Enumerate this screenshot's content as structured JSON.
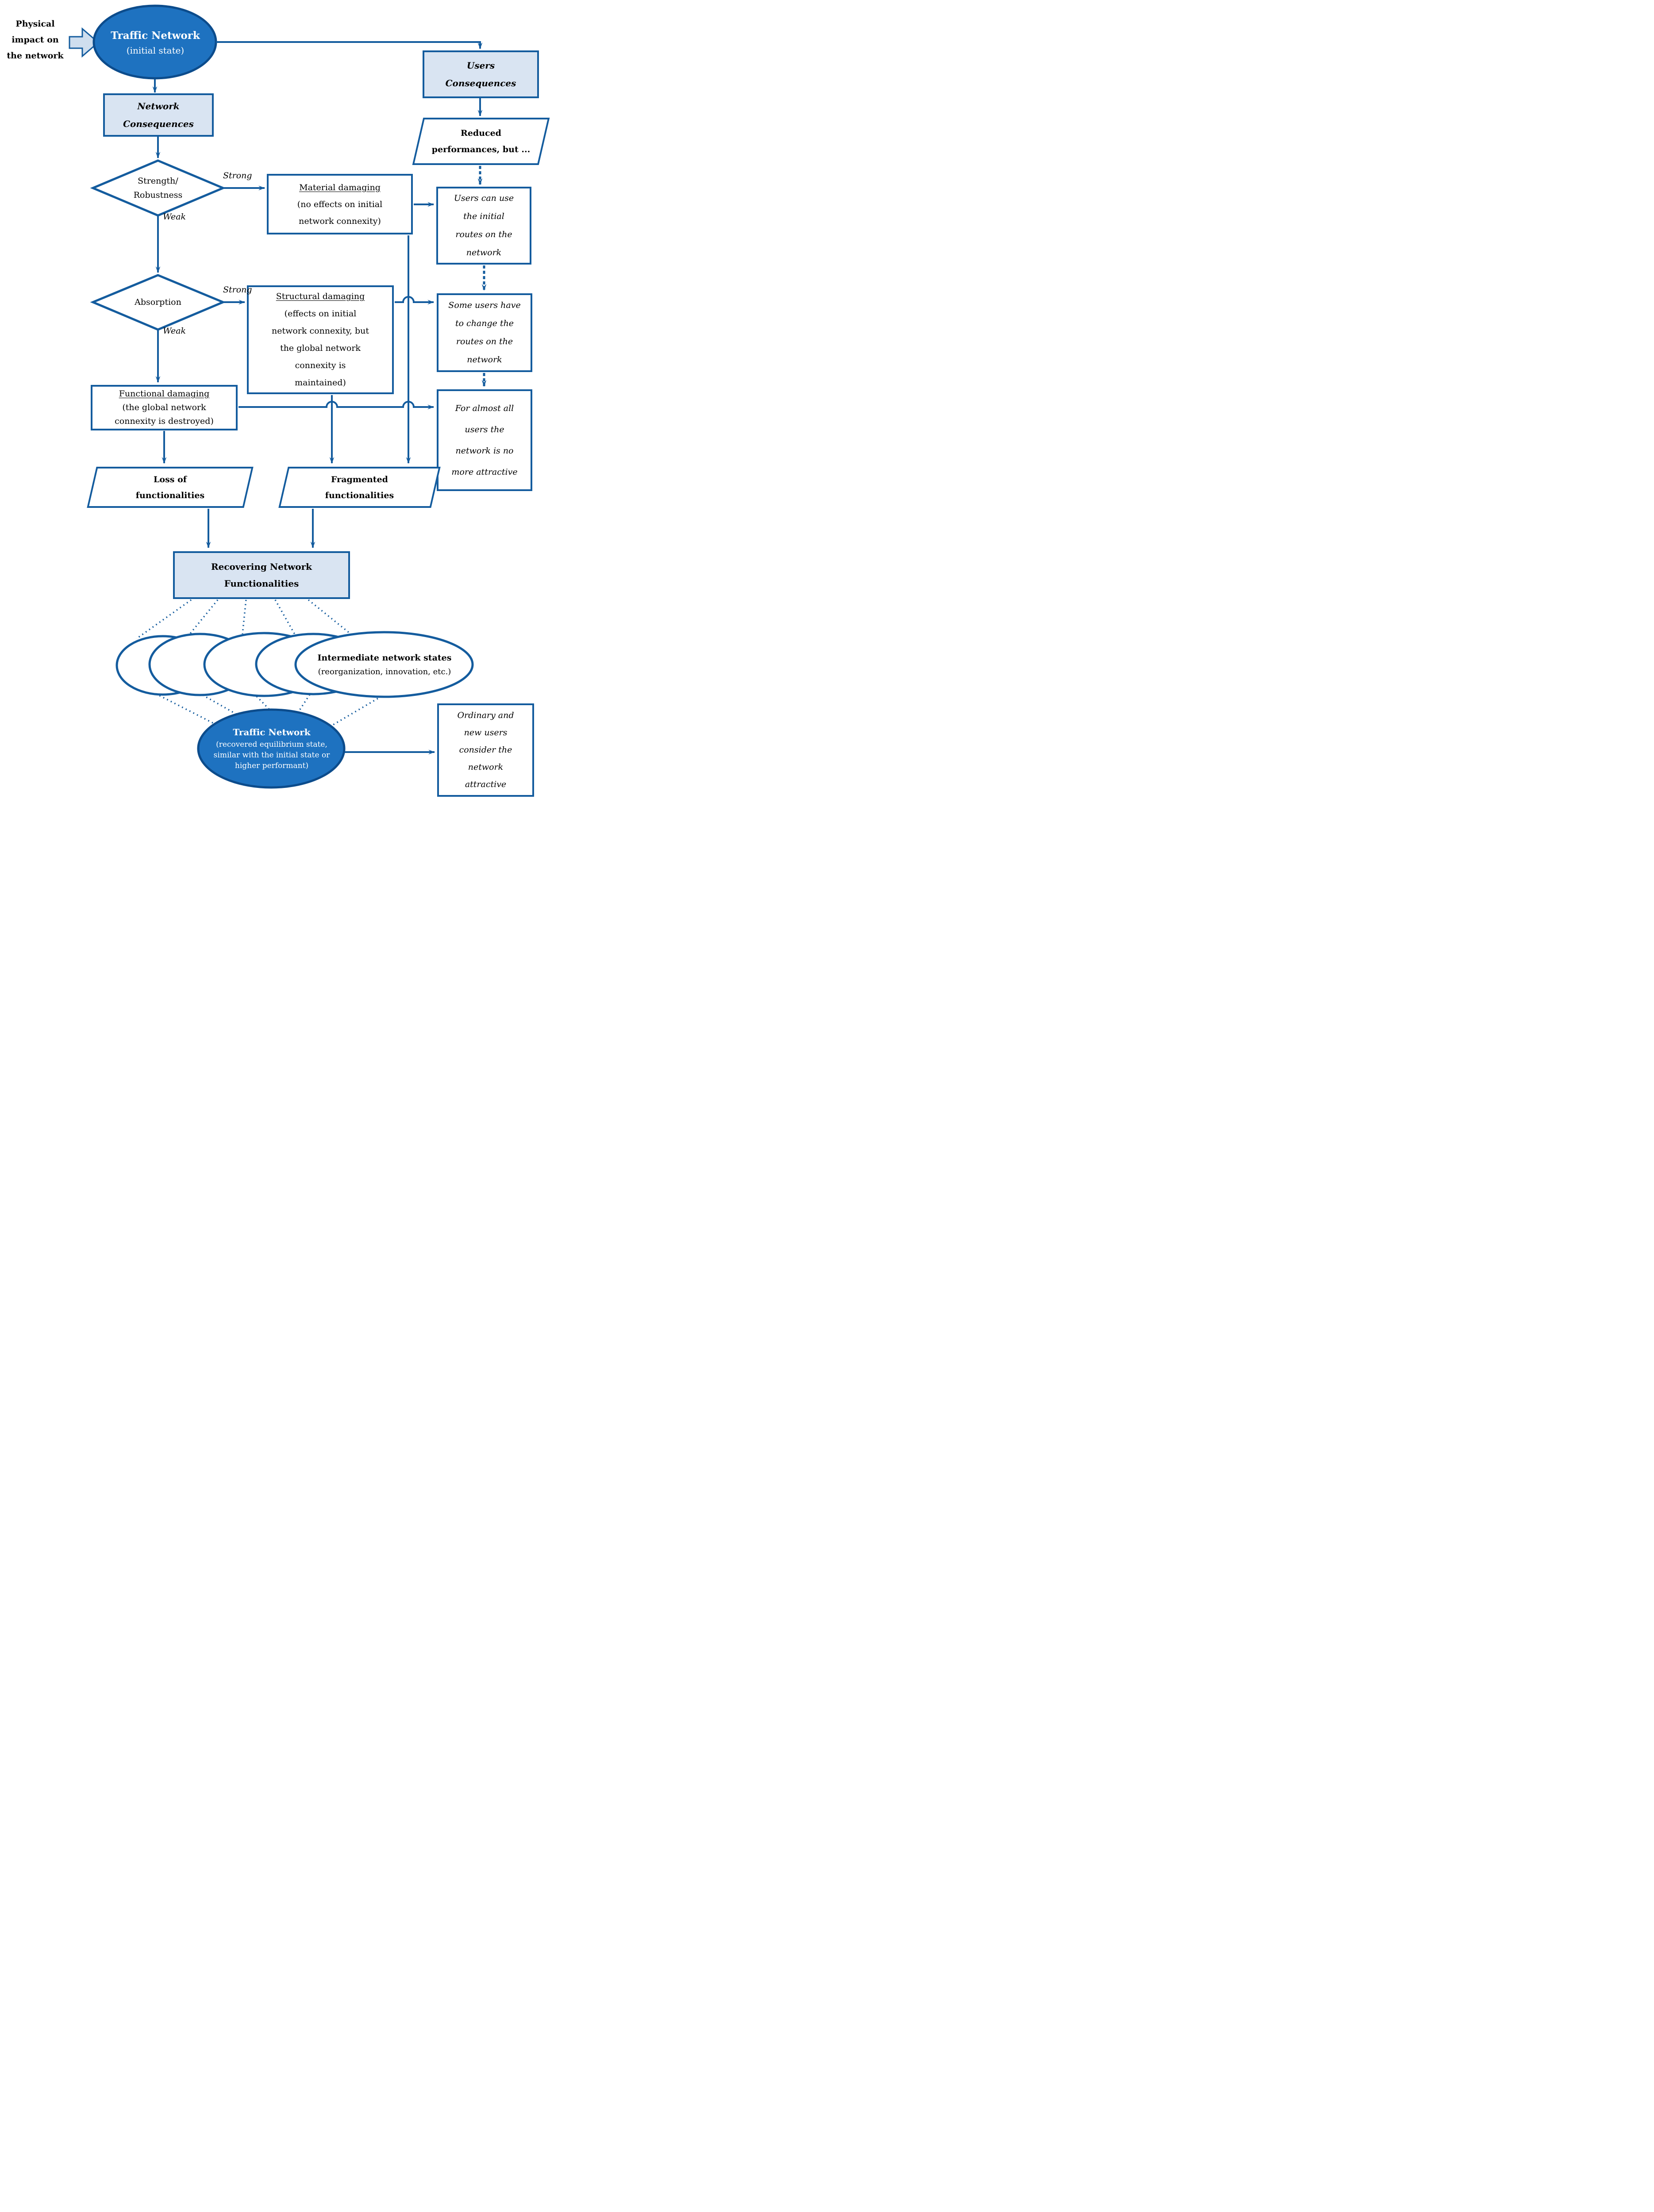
{
  "colors": {
    "line": "#145c9e",
    "ellipse_fill": "#1e72c0",
    "ellipse_border": "#0c4c8c",
    "light_box_fill": "#d9e4f2",
    "box_fill": "#ffffff",
    "text_dark": "#000000",
    "text_light": "#ffffff",
    "impact_arrow_fill": "#cfdeee"
  },
  "intro": {
    "lines": [
      "Physical",
      "impact on",
      "the network"
    ]
  },
  "nodes": {
    "traffic_initial": {
      "title": "Traffic Network",
      "subtitle": "(initial state)"
    },
    "users_consequences": {
      "lines": [
        "Users",
        "Consequences"
      ]
    },
    "reduced": {
      "lines": [
        "Reduced",
        "performances, but ..."
      ]
    },
    "network_consequences": {
      "lines": [
        "Network",
        "Consequences"
      ]
    },
    "strength": {
      "lines": [
        "Strength/",
        "Robustness"
      ]
    },
    "absorption": {
      "label": "Absorption"
    },
    "material": {
      "title": "Material damaging",
      "lines": [
        "(no effects on initial",
        "network connexity)"
      ]
    },
    "structural": {
      "title": "Structural damaging",
      "lines": [
        "(effects on initial",
        "network connexity, but",
        "the global network",
        "connexity is",
        "maintained)"
      ]
    },
    "functional": {
      "title": "Functional damaging",
      "lines": [
        "(the global network",
        "connexity is destroyed)"
      ]
    },
    "users_can_use": {
      "lines": [
        "Users can use",
        "the initial",
        "routes on the",
        "network"
      ]
    },
    "some_users": {
      "lines": [
        "Some users have",
        "to change the",
        "routes on the",
        "network"
      ]
    },
    "for_almost": {
      "lines": [
        "For almost all",
        "users the",
        "network is no",
        "more attractive"
      ]
    },
    "loss": {
      "lines": [
        "Loss of",
        "functionalities"
      ]
    },
    "fragmented": {
      "lines": [
        "Fragmented",
        "functionalities"
      ]
    },
    "recovering": {
      "lines": [
        "Recovering Network",
        "Functionalities"
      ]
    },
    "intermediate": {
      "title": "Intermediate network states",
      "subtitle": "(reorganization, innovation, etc.)"
    },
    "traffic_recovered": {
      "title": "Traffic Network",
      "lines": [
        "(recovered equilibrium state,",
        "similar with the initial state or",
        "higher performant)"
      ]
    },
    "ordinary": {
      "lines": [
        "Ordinary and",
        "new users",
        "consider the",
        "network",
        "attractive"
      ]
    }
  },
  "edge_labels": {
    "strong1": "Strong",
    "weak1": "Weak",
    "strong2": "Strong",
    "weak2": "Weak"
  }
}
